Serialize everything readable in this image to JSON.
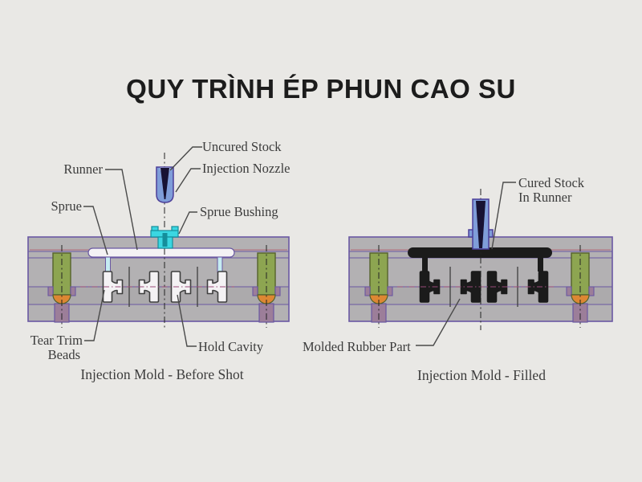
{
  "title": "QUY TRÌNH ÉP PHUN CAO SU",
  "colors": {
    "background": "#e9e8e5",
    "title_color": "#1c1c1c",
    "text_color": "#3c3c3c",
    "leader_gray": "#4a4a4a",
    "mold_gray": "#b3b1b3",
    "mold_gray_alt": "#acaaac",
    "outline_purple": "#6a58a2",
    "parting_red": "#b06a7a",
    "runner_white": "#f4f2f4",
    "cavity_stroke": "#3f3f3f",
    "channel_cyan": "#c5ecf2",
    "stock_black": "#1b1b1b",
    "pin_green": "#8da551",
    "pin_green_dark": "#55622c",
    "tip_orange": "#dd8733",
    "shaft_mauve": "#9c7e99",
    "centerline_red": "#9a4a7a",
    "nozzle_blue": "#7f9dd9",
    "nozzle_blue_dark": "#4c3f99",
    "bushing_cyan": "#3bd7e2",
    "bushing_cyan_dark": "#148e9b"
  },
  "left_diagram": {
    "caption": "Injection Mold - Before Shot",
    "labels": {
      "uncured_stock": "Uncured Stock",
      "injection_nozzle": "Injection Nozzle",
      "runner": "Runner",
      "sprue": "Sprue",
      "sprue_bushing": "Sprue Bushing",
      "tear_trim_beads_line1": "Tear Trim",
      "tear_trim_beads_line2": "Beads",
      "hold_cavity": "Hold Cavity"
    }
  },
  "right_diagram": {
    "caption": "Injection Mold - Filled",
    "labels": {
      "cured_stock_line1": "Cured Stock",
      "cured_stock_line2": "In Runner",
      "molded_rubber_part": "Molded Rubber Part"
    }
  }
}
